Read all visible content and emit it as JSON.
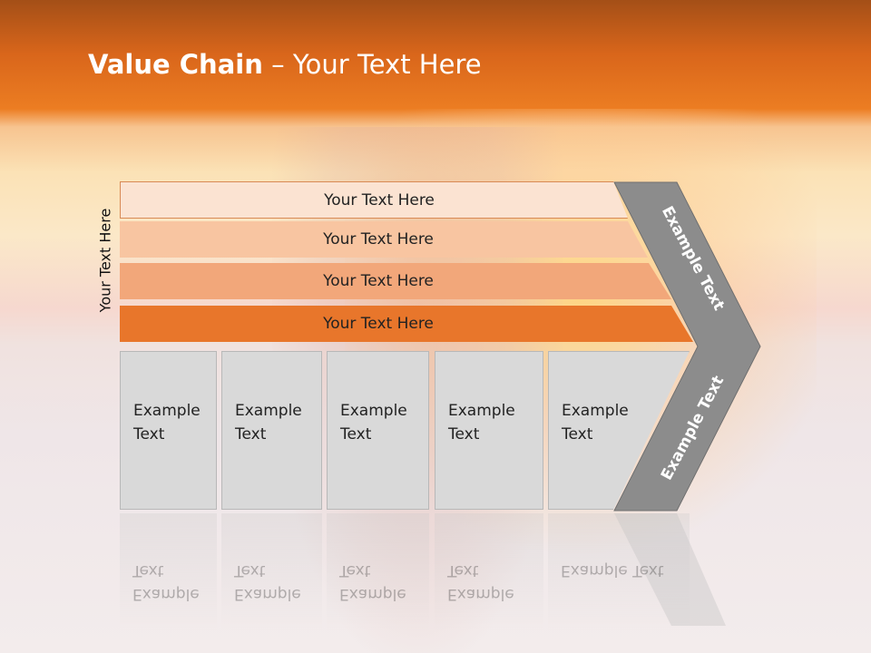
{
  "title": {
    "bold": "Value Chain",
    "separator": " – ",
    "rest": "Your Text Here"
  },
  "side_label": "Your Text Here",
  "bars": [
    {
      "label": "Your Text Here",
      "color": "#fbe3d2"
    },
    {
      "label": "Your Text Here",
      "color": "#f8c5a1"
    },
    {
      "label": "Your Text Here",
      "color": "#f2a77a"
    },
    {
      "label": "Your Text Here",
      "color": "#e8762b"
    }
  ],
  "boxes": [
    {
      "label": "Example Text"
    },
    {
      "label": "Example Text"
    },
    {
      "label": "Example Text"
    },
    {
      "label": "Example Text"
    },
    {
      "label": "Example Text"
    }
  ],
  "arrow": {
    "upper_label": "Example Text",
    "lower_label": "Example Text",
    "color": "#8c8c8c"
  }
}
